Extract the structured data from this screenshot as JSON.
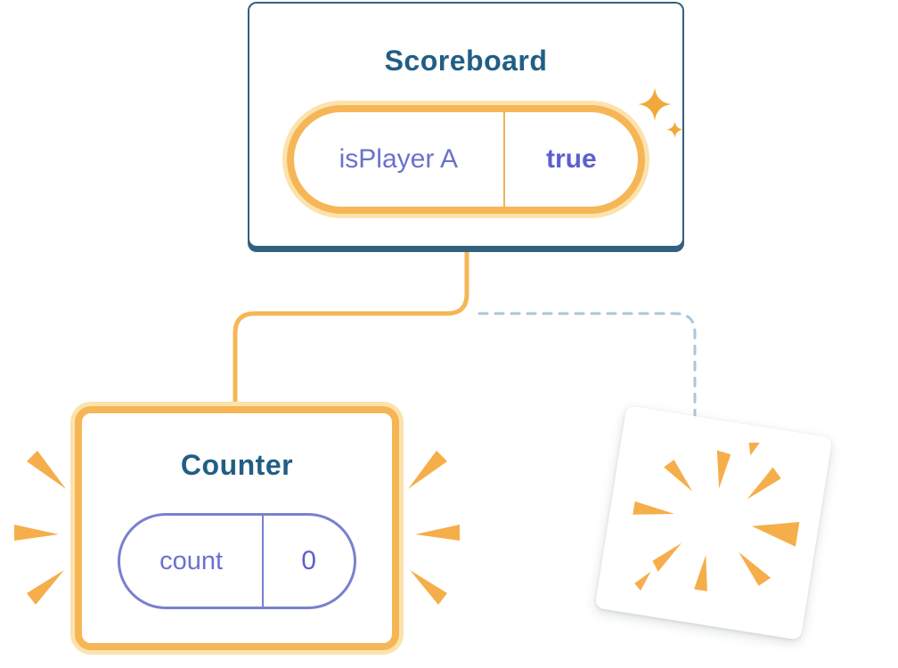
{
  "scoreboard": {
    "title": "Scoreboard",
    "prop": {
      "name": "isPlayer A",
      "value": "true"
    }
  },
  "counter": {
    "title": "Counter",
    "state": {
      "name": "count",
      "value": "0"
    }
  },
  "icons": {
    "sparkle": "4-point-star-sparkle",
    "emphasis_burst": "emphasis-burst-marks",
    "explosion_burst": "destroyed-component-burst"
  },
  "colors": {
    "accent_orange": "#f6b656",
    "accent_orange_glow": "#fbe3ad",
    "burst_orange": "#f5ae49",
    "card_border_blue": "#33607f",
    "title_blue": "#215e85",
    "purple_border": "#7a80cf",
    "purple_text": "#6b71cc",
    "purple_value": "#5c5fd2",
    "dashed_edge_blue_gray": "#a9c7d9"
  }
}
